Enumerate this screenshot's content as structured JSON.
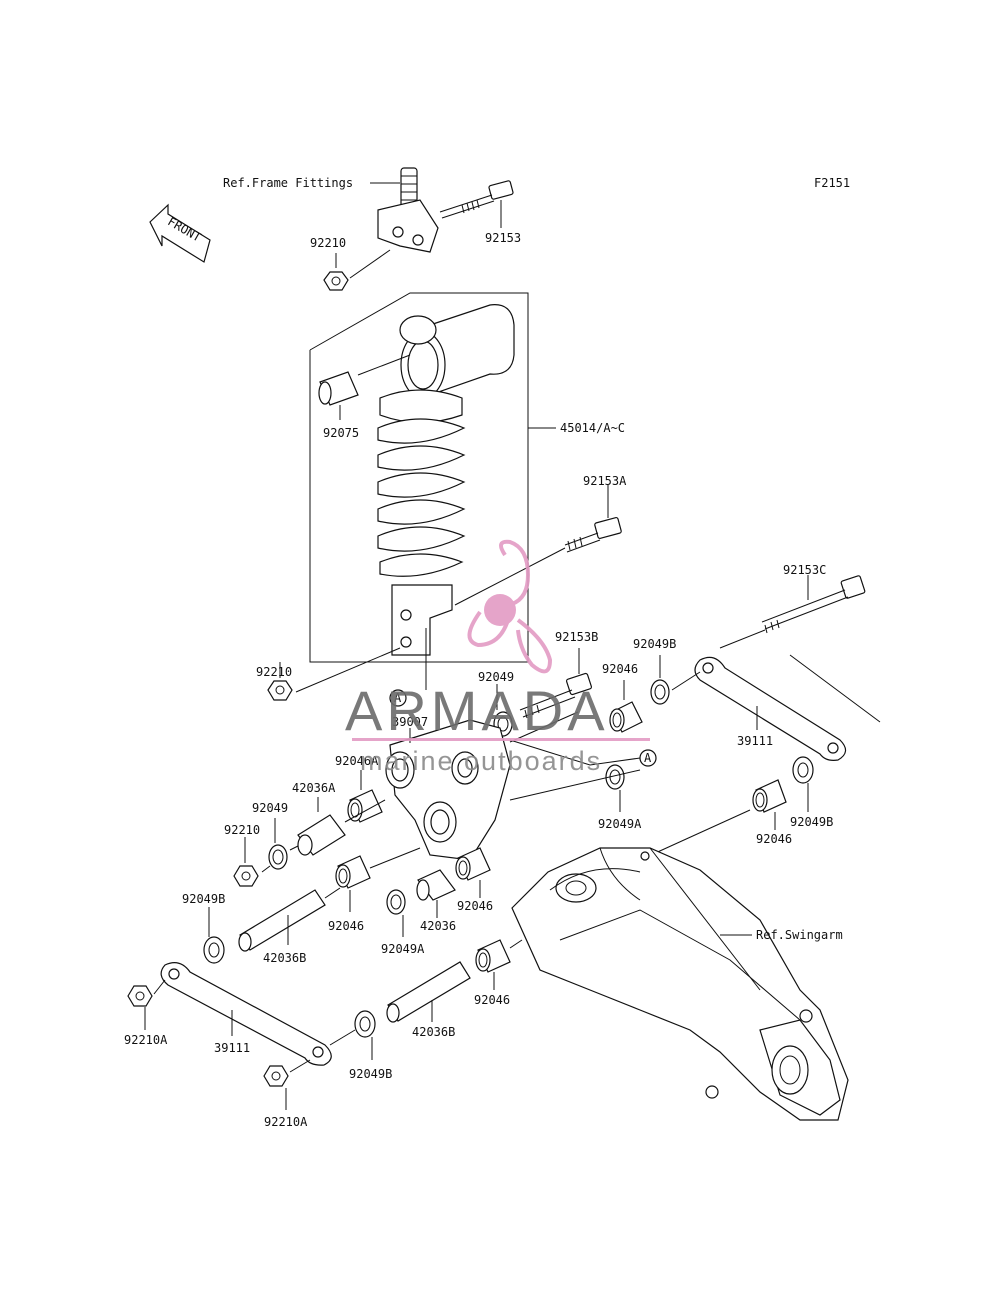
{
  "diagram": {
    "code": "F2151",
    "front_label": "FRONT",
    "ref_frame": "Ref.Frame Fittings",
    "ref_swingarm": "Ref.Swingarm",
    "callout_marker": "A"
  },
  "labels": {
    "p92153_top": "92153",
    "p92210_top": "92210",
    "p92075": "92075",
    "p45014": "45014/A~C",
    "p92153A": "92153A",
    "p92153C": "92153C",
    "p92210_mid": "92210",
    "p92049_mid": "92049",
    "p92153B": "92153B",
    "p92046_top": "92046",
    "p92049B_top": "92049B",
    "p39007": "39007",
    "p92046A": "92046A",
    "p42036A": "42036A",
    "p92049_left": "92049",
    "p92210_left": "92210",
    "p39111_right": "39111",
    "p92049A_right": "92049A",
    "p92049B_right": "92049B",
    "p92046_right": "92046",
    "p92046_c1": "92046",
    "p42036": "42036",
    "p92046_c2": "92046",
    "p92049A_c": "92049A",
    "p92049B_left": "92049B",
    "p42036B_left": "42036B",
    "p92046_low": "92046",
    "p42036B_low": "42036B",
    "p92210A_left": "92210A",
    "p39111_left": "39111",
    "p92049B_low": "92049B",
    "p92210A_low": "92210A"
  },
  "watermark": {
    "brand": "ARMADA",
    "tagline": "marine outboards",
    "color_pink": "#e39bc4",
    "color_gray": "#6b6b6b"
  }
}
